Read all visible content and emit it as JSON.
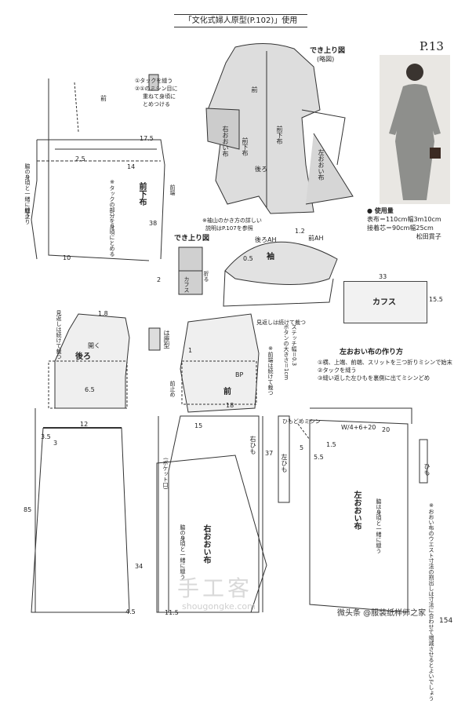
{
  "header": "「文化式婦人原型(P.102)」使用",
  "page_label": "P.13",
  "finished_label": "でき上り図",
  "finished_sub": "(略図)",
  "finished_label2": "でき上り図",
  "legend": {
    "item1": "①タックを縫う",
    "item2a": "②①のミシン目に",
    "item2b": "重ねて身頃に",
    "item2c": "とめつける",
    "item3": "は原型"
  },
  "materials": {
    "title": "● 使用量",
    "fabric": "表布＝110cm幅3m10cm",
    "interfacing": "接着芯＝90cm幅25cm",
    "author": "松田貫子"
  },
  "howto": {
    "title": "左おおい布の作り方",
    "step1": "①横、上端、前端、スリットを三つ折りミシンで始末",
    "step2": "②タックを縫う",
    "step3": "③縫い返した左ひもを裏側に出てミシンどめ"
  },
  "pieces": {
    "mae": "前",
    "mae_shita": "前下布",
    "sode": "袖",
    "cuffs": "カフス",
    "ushiro": "後ろ",
    "right_cover": "右おおい布",
    "left_cover": "左おおい布",
    "right_tie": "右ひも",
    "left_tie": "左ひも",
    "himo": "ひも"
  },
  "notes": {
    "sleeve_ref1": "※袖山のかき方の詳しい",
    "sleeve_ref2": "説明はP.107を参照",
    "tuck_note": "※タックの部分を身頃にとめる",
    "button_size": "ボタンの大きさ＝1cm",
    "stitch_width": "ステッチ幅＝0.3",
    "front_cut": "※前端は続けて裁つ",
    "mikaeshi1": "見返しは続けて裁つ",
    "mikaeshi2": "見返しは続けて裁つ",
    "hirake": "開く",
    "pocket": "(ポケット口)",
    "wakinui1": "脇の身頃と一緒に縫う",
    "wakinui2": "脇の身頃と一緒に縫う",
    "hemline_note": "※おおい布のウエスト寸法の割出しは寸法に合わせて増減させるとよいでしょう",
    "wakidome": "縫止り",
    "left_cover_note": "ひもどめミシン",
    "front_end": "前端",
    "ori": "折る",
    "cuff_sub": "カフス",
    "bp": "BP",
    "mae_dome": "前止め",
    "ue_waki": "脇は身頃と一緒に縫う"
  },
  "dimensions": {
    "d17_5": "17.5",
    "d2_5": "2.5",
    "d14": "14",
    "d38": "38",
    "d10": "10",
    "d1_2": "1.2",
    "d33": "33",
    "d15_5": "15.5",
    "d0_5": "0.5",
    "d2": "2",
    "d85": "85",
    "d37": "37",
    "d3_5": "3.5",
    "d6_5": "6.5",
    "d12": "12",
    "d34": "34",
    "d4_5": "4.5",
    "d11_5": "11.5",
    "d5": "5",
    "d18": "18",
    "d1_5": "1.5",
    "d1_8": "1.8",
    "d3": "3",
    "d1": "1",
    "d5_5": "5.5",
    "d15": "15",
    "d20": "20",
    "w46": "W/4+6+20",
    "ah_back": "後ろAH",
    "ah_front": "前AH"
  },
  "watermark": "手工客",
  "watermark_url": "shougongke.com",
  "source": "微头条 @服装纸样师之家",
  "page_number": "154"
}
